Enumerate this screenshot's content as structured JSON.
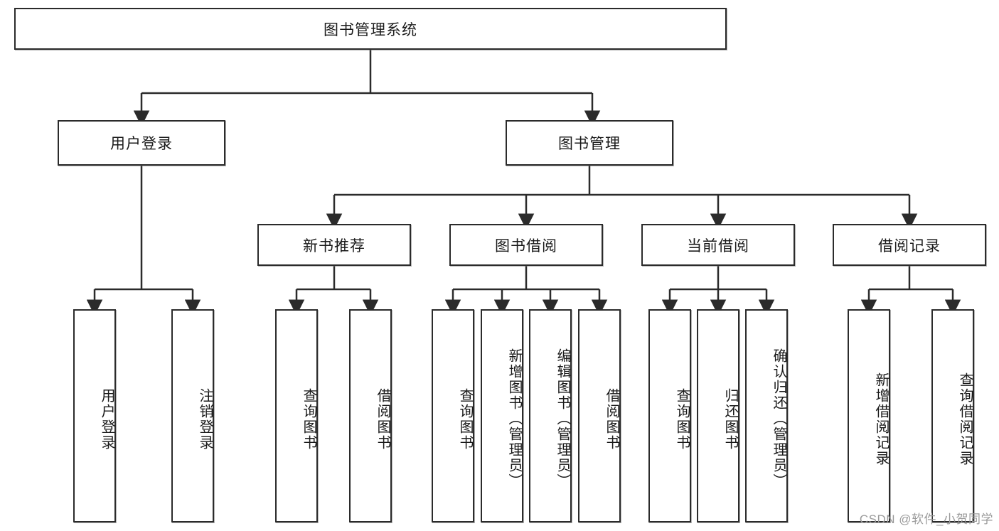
{
  "diagram": {
    "type": "tree",
    "title": "图书管理系统",
    "root": {
      "label": "图书管理系统"
    },
    "level2": [
      {
        "label": "用户登录"
      },
      {
        "label": "图书管理"
      }
    ],
    "level3": [
      {
        "label": "新书推荐"
      },
      {
        "label": "图书借阅"
      },
      {
        "label": "当前借阅"
      },
      {
        "label": "借阅记录"
      }
    ],
    "leaves": {
      "user_login": [
        {
          "label": "用户登录"
        },
        {
          "label": "注销登录"
        }
      ],
      "new_book_recommend": [
        {
          "label": "查询图书"
        },
        {
          "label": "借阅图书"
        }
      ],
      "book_borrow": [
        {
          "label": "查询图书"
        },
        {
          "label": "新增图书（管理员）"
        },
        {
          "label": "编辑图书（管理员）"
        },
        {
          "label": "借阅图书"
        }
      ],
      "current_borrow": [
        {
          "label": "查询图书"
        },
        {
          "label": "归还图书"
        },
        {
          "label": "确认归还（管理员）"
        }
      ],
      "borrow_record": [
        {
          "label": "新增借阅记录"
        },
        {
          "label": "查询借阅记录"
        }
      ]
    }
  },
  "watermark": {
    "text": "CSDN @软件_小贺同学"
  },
  "colors": {
    "stroke": "#2b2b2b",
    "fill": "#ffffff",
    "text": "#1a1a1a",
    "watermark": "#9a9a9a"
  }
}
